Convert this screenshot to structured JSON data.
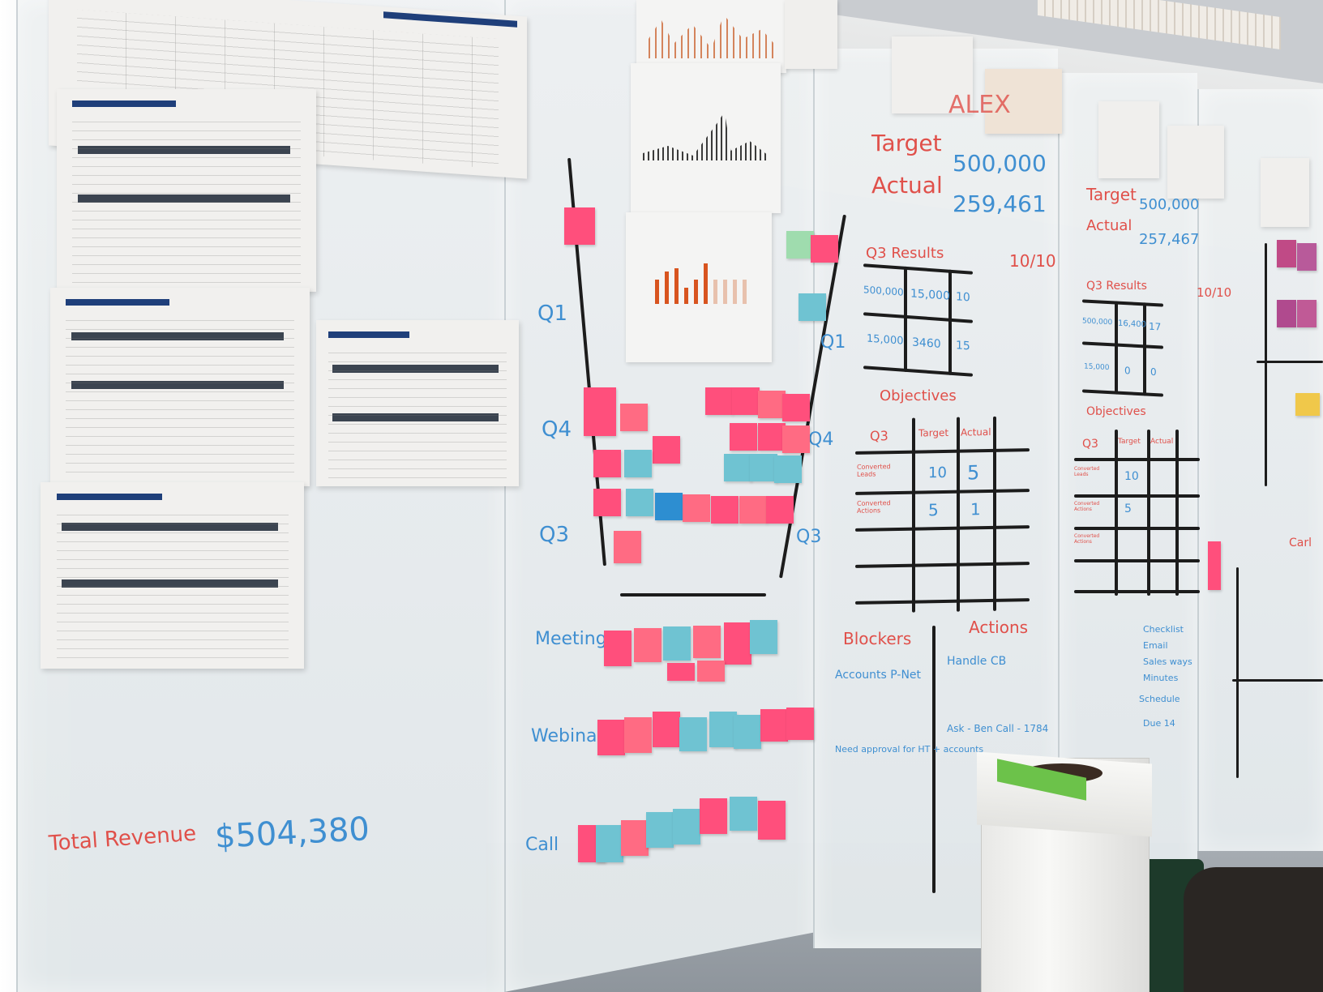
{
  "scene": {
    "description_kind": "photo of office glass whiteboard wall"
  },
  "funnel": {
    "row_labels": [
      "Q1",
      "Q4",
      "Q3"
    ],
    "row_labels_right": [
      "Q1",
      "Q4",
      "Q3"
    ]
  },
  "activity": {
    "labels": [
      "Meeting:",
      "Webinar",
      "Call"
    ]
  },
  "total": {
    "label": "Total Revenue",
    "value": "$504,380"
  },
  "board_a": {
    "target_label": "Target",
    "target_value": "500,000",
    "actual_label": "Actual",
    "actual_value": "259,461",
    "name": "ALEX",
    "q3_label": "Q3 Results",
    "q3_grid": [
      "500,000",
      "15,000",
      "10",
      "15,000",
      "3460",
      "15"
    ],
    "objectives_label": "Objectives",
    "obj_headers": [
      "Q3",
      "Target",
      "Actual"
    ],
    "obj_rows": [
      {
        "label": "Converted Leads",
        "target": "10",
        "actual": "5"
      },
      {
        "label": "Converted Actions",
        "target": "5",
        "actual": "1"
      }
    ],
    "blockers_label": "Blockers",
    "actions_label": "Actions",
    "blockers": [
      "Accounts P-Net",
      "Need approval for HT + accounts"
    ],
    "actions": [
      "Handle CB",
      "Ask - Ben Call - 1784"
    ],
    "side_note": "10/10"
  },
  "board_b": {
    "target_label": "Target",
    "target_value": "500,000",
    "actual_label": "Actual",
    "actual_value": "257,467",
    "q3_label": "Q3 Results",
    "q3_grid": [
      "500,000",
      "16,400",
      "17",
      "15,000",
      "0",
      "0"
    ],
    "objectives_label": "Objectives",
    "obj_headers": [
      "Q3",
      "Target",
      "Actual"
    ],
    "obj_rows": [
      {
        "label": "Converted Leads",
        "target": "10",
        "actual": ""
      },
      {
        "label": "Converted Actions",
        "target": "5",
        "actual": ""
      },
      {
        "label": "Converted Actions",
        "target": "",
        "actual": ""
      }
    ],
    "side_note": "10/10",
    "checklist": [
      "Checklist",
      "Email",
      "Sales ways",
      "Minutes",
      "Schedule",
      "Due 14"
    ]
  },
  "board_c": {
    "label": "Carl"
  },
  "colors": {
    "marker_blue": "#3f8fd1",
    "marker_red": "#e0504a",
    "marker_black": "#1c1c1c",
    "sticky_pink": "#ff4f7c",
    "sticky_teal": "#6fc3d2",
    "sticky_blue": "#2d8ed1",
    "sticky_green": "#9fdcae"
  }
}
